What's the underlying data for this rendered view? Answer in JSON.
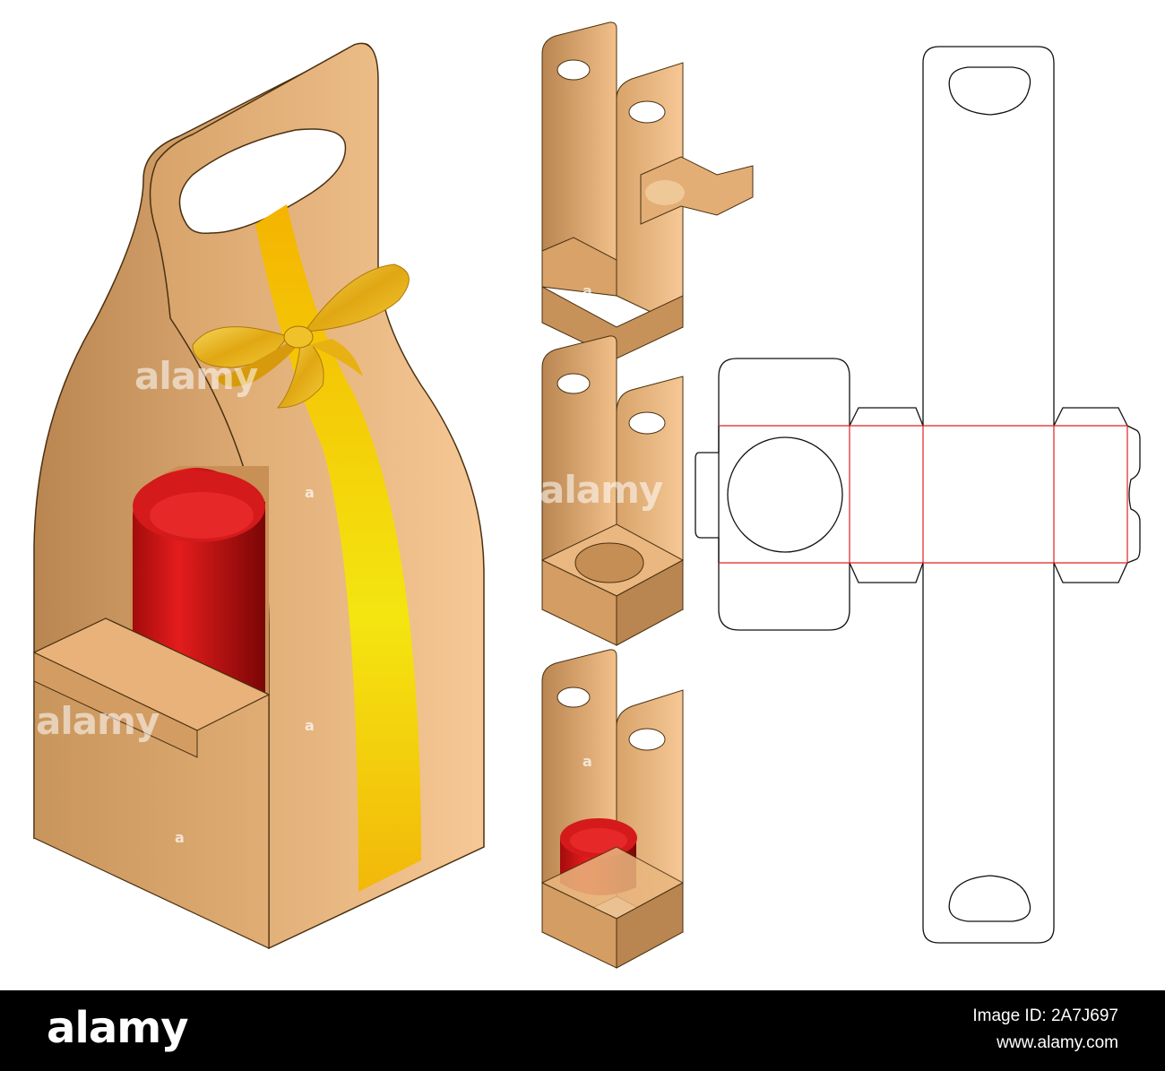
{
  "watermark": {
    "brand": "alamy",
    "mark": "a"
  },
  "footer": {
    "logo": "alamy",
    "image_id": "Image ID: 2A7J697",
    "site": "www.alamy.com"
  },
  "colors": {
    "kraft": "#d9a46a",
    "kraft_dark": "#a8733e",
    "ribbon": "#f2c20f",
    "cup": "#c31414",
    "dieline_cut": "#111111",
    "dieline_fold": "#e02020",
    "footer_bg": "#000000"
  },
  "icons": [
    "bow-icon",
    "bottle-cup-icon",
    "handle-hole-icon"
  ]
}
